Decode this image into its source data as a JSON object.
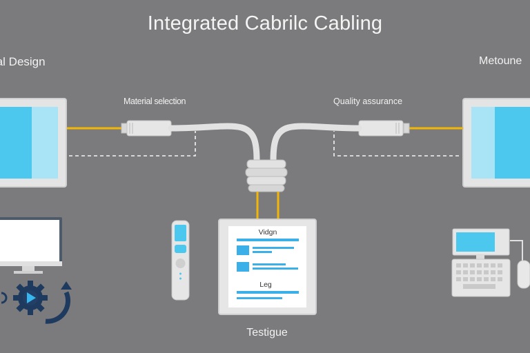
{
  "title": "Integrated Cabrilc Cabling",
  "labels": {
    "left_top": "tal Design",
    "right_top": "Metoune",
    "material": "Material selection",
    "quality": "Quality assurance",
    "bottom": "Testigue",
    "doc_top": "Vidgn",
    "doc_mid": "Leg"
  },
  "colors": {
    "background": "#7b7b7d",
    "cable_yellow": "#f2b705",
    "screen_blue": "#4cc8ef",
    "panel_white": "#e8e8e8",
    "doc_blue": "#3bb0e8",
    "gear_dark": "#1e3a5f"
  },
  "icons": [
    "left-panel-screen-icon",
    "right-panel-screen-icon",
    "cable-connector-icon",
    "junction-block-icon",
    "monitor-icon",
    "remote-control-icon",
    "document-panel-icon",
    "computer-keyboard-icon",
    "gear-play-icon",
    "refresh-arrow-icon"
  ]
}
